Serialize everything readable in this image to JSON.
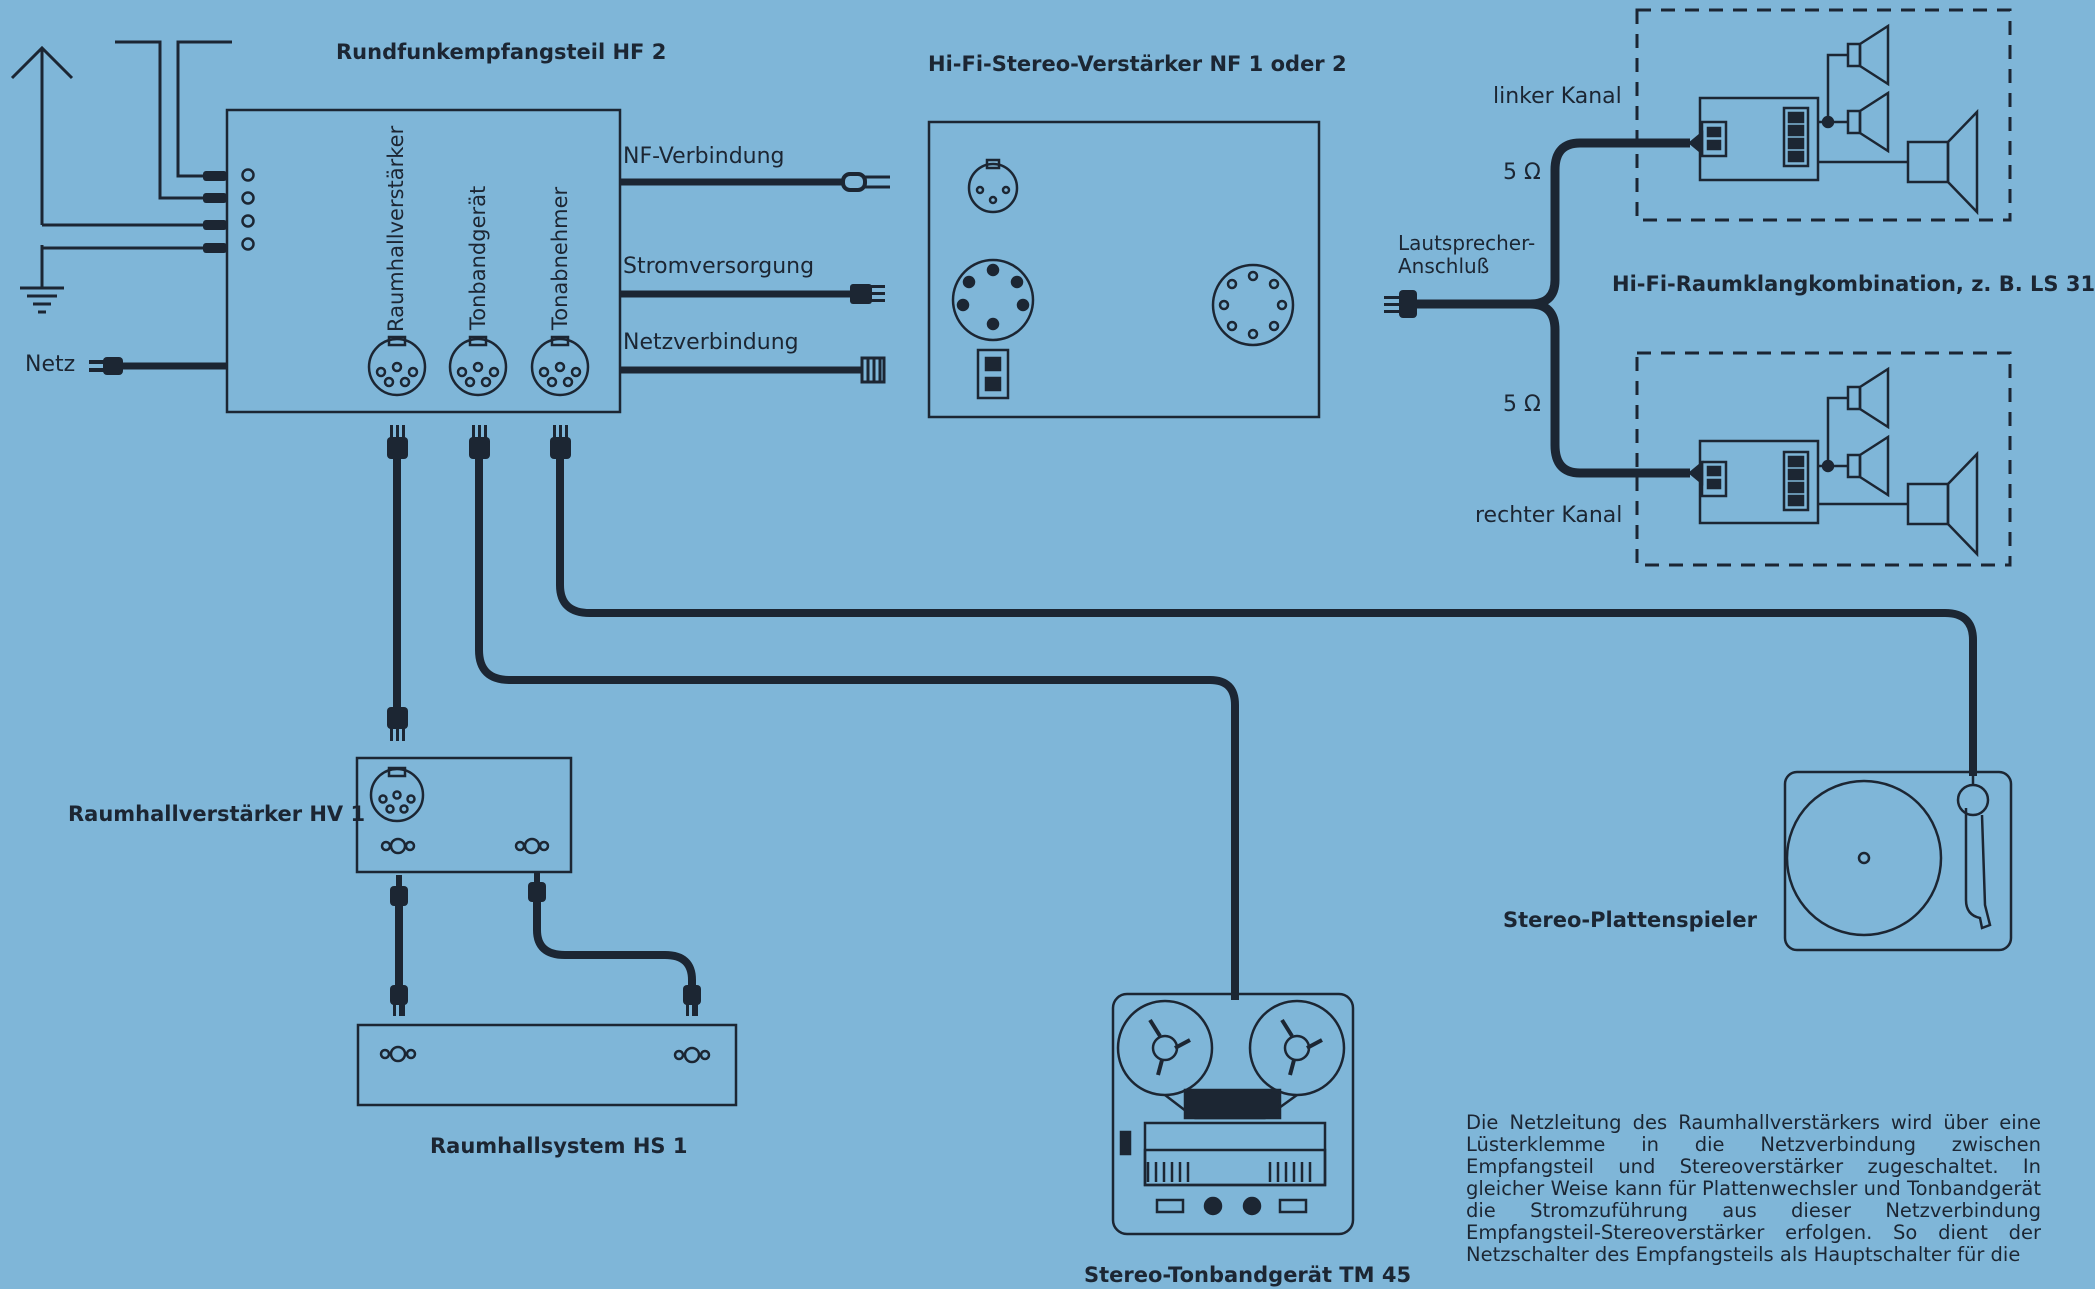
{
  "devices": {
    "receiver": {
      "title": "Rundfunkempfangsteil HF 2",
      "socket_labels": [
        "Raumhallverstärker",
        "Tonbandgerät",
        "Tonabnehmer"
      ]
    },
    "amplifier": {
      "title": "Hi-Fi-Stereo-Verstärker NF 1 oder 2"
    },
    "speakers": {
      "title": "Hi-Fi-Raumklangkombination, z. B. LS 31",
      "left_channel": "linker Kanal",
      "right_channel": "rechter Kanal",
      "impedance_top": "5 Ω",
      "impedance_bottom": "5 Ω",
      "connector_label": "Lautsprecher-\nAnschluß"
    },
    "reverb_amp": {
      "title": "Raumhallverstärker HV 1"
    },
    "reverb_system": {
      "title": "Raumhallsystem HS 1"
    },
    "turntable": {
      "title": "Stereo-Plattenspieler"
    },
    "tape": {
      "title": "Stereo-Tonbandgerät TM 45"
    }
  },
  "connections": {
    "nf": "NF-Verbindung",
    "power": "Stromversorgung",
    "mains_link": "Netzverbindung",
    "mains": "Netz"
  },
  "note": "Die Netzleitung des Raumhallverstärkers wird über eine Lüsterklemme in die Netzverbindung zwischen Empfangsteil und Stereoverstärker zugeschaltet. In gleicher Weise kann für Plattenwechsler und Tonbandgerät die Stromzuführung aus dieser Netzverbindung Empfangsteil-Stereoverstärker erfolgen. So dient der Netzschalter des Empfangsteils als Hauptschalter für die"
}
